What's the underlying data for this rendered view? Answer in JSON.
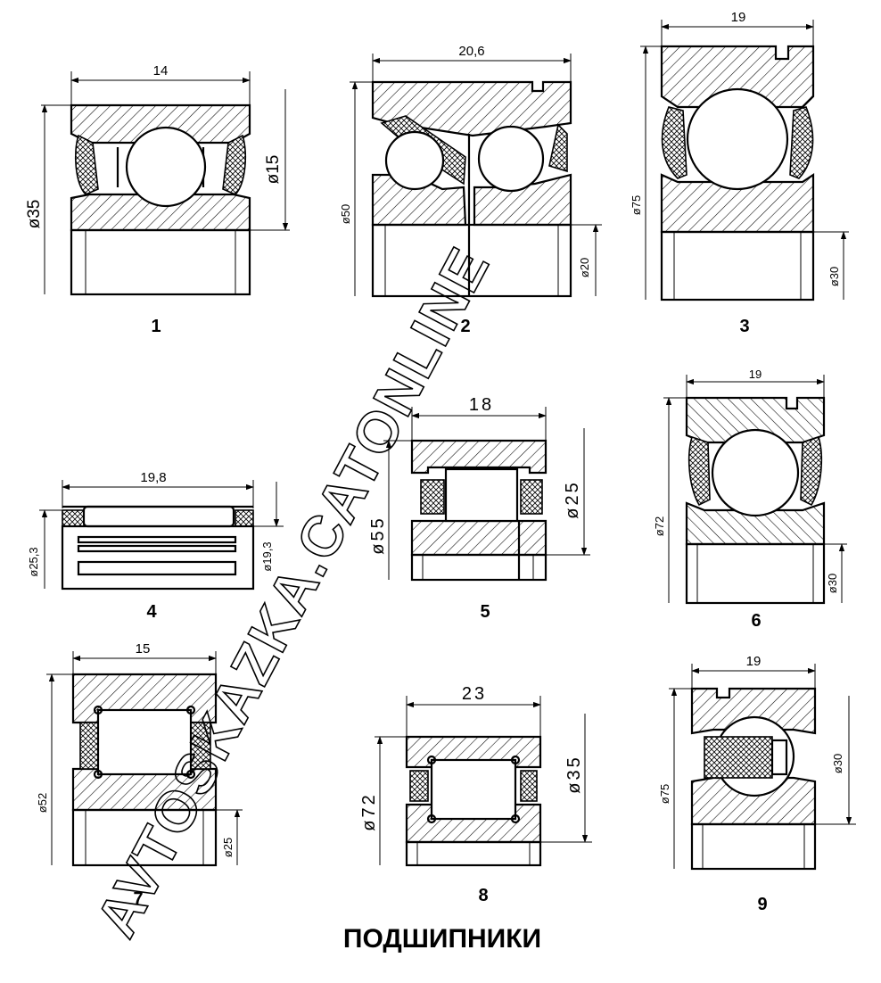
{
  "title": "ПОДШИПНИКИ",
  "watermark": "AVTOSKAZKA.CATONLINE",
  "bearings": [
    {
      "number": "1",
      "dims": [
        "14",
        "ø35",
        "ø15"
      ]
    },
    {
      "number": "2",
      "dims": [
        "20,6",
        "ø50",
        "ø20"
      ]
    },
    {
      "number": "3",
      "dims": [
        "19",
        "ø75",
        "ø30"
      ]
    },
    {
      "number": "4",
      "dims": [
        "19,8",
        "ø25,3",
        "ø19,3"
      ]
    },
    {
      "number": "5",
      "dims": [
        "18",
        "ø55",
        "ø25"
      ]
    },
    {
      "number": "6",
      "dims": [
        "19",
        "ø72",
        "ø30"
      ]
    },
    {
      "number": "7",
      "dims": [
        "15",
        "ø52",
        "ø25"
      ]
    },
    {
      "number": "8",
      "dims": [
        "23",
        "ø72",
        "ø35"
      ]
    },
    {
      "number": "9",
      "dims": [
        "19",
        "ø75",
        "ø30"
      ]
    }
  ]
}
